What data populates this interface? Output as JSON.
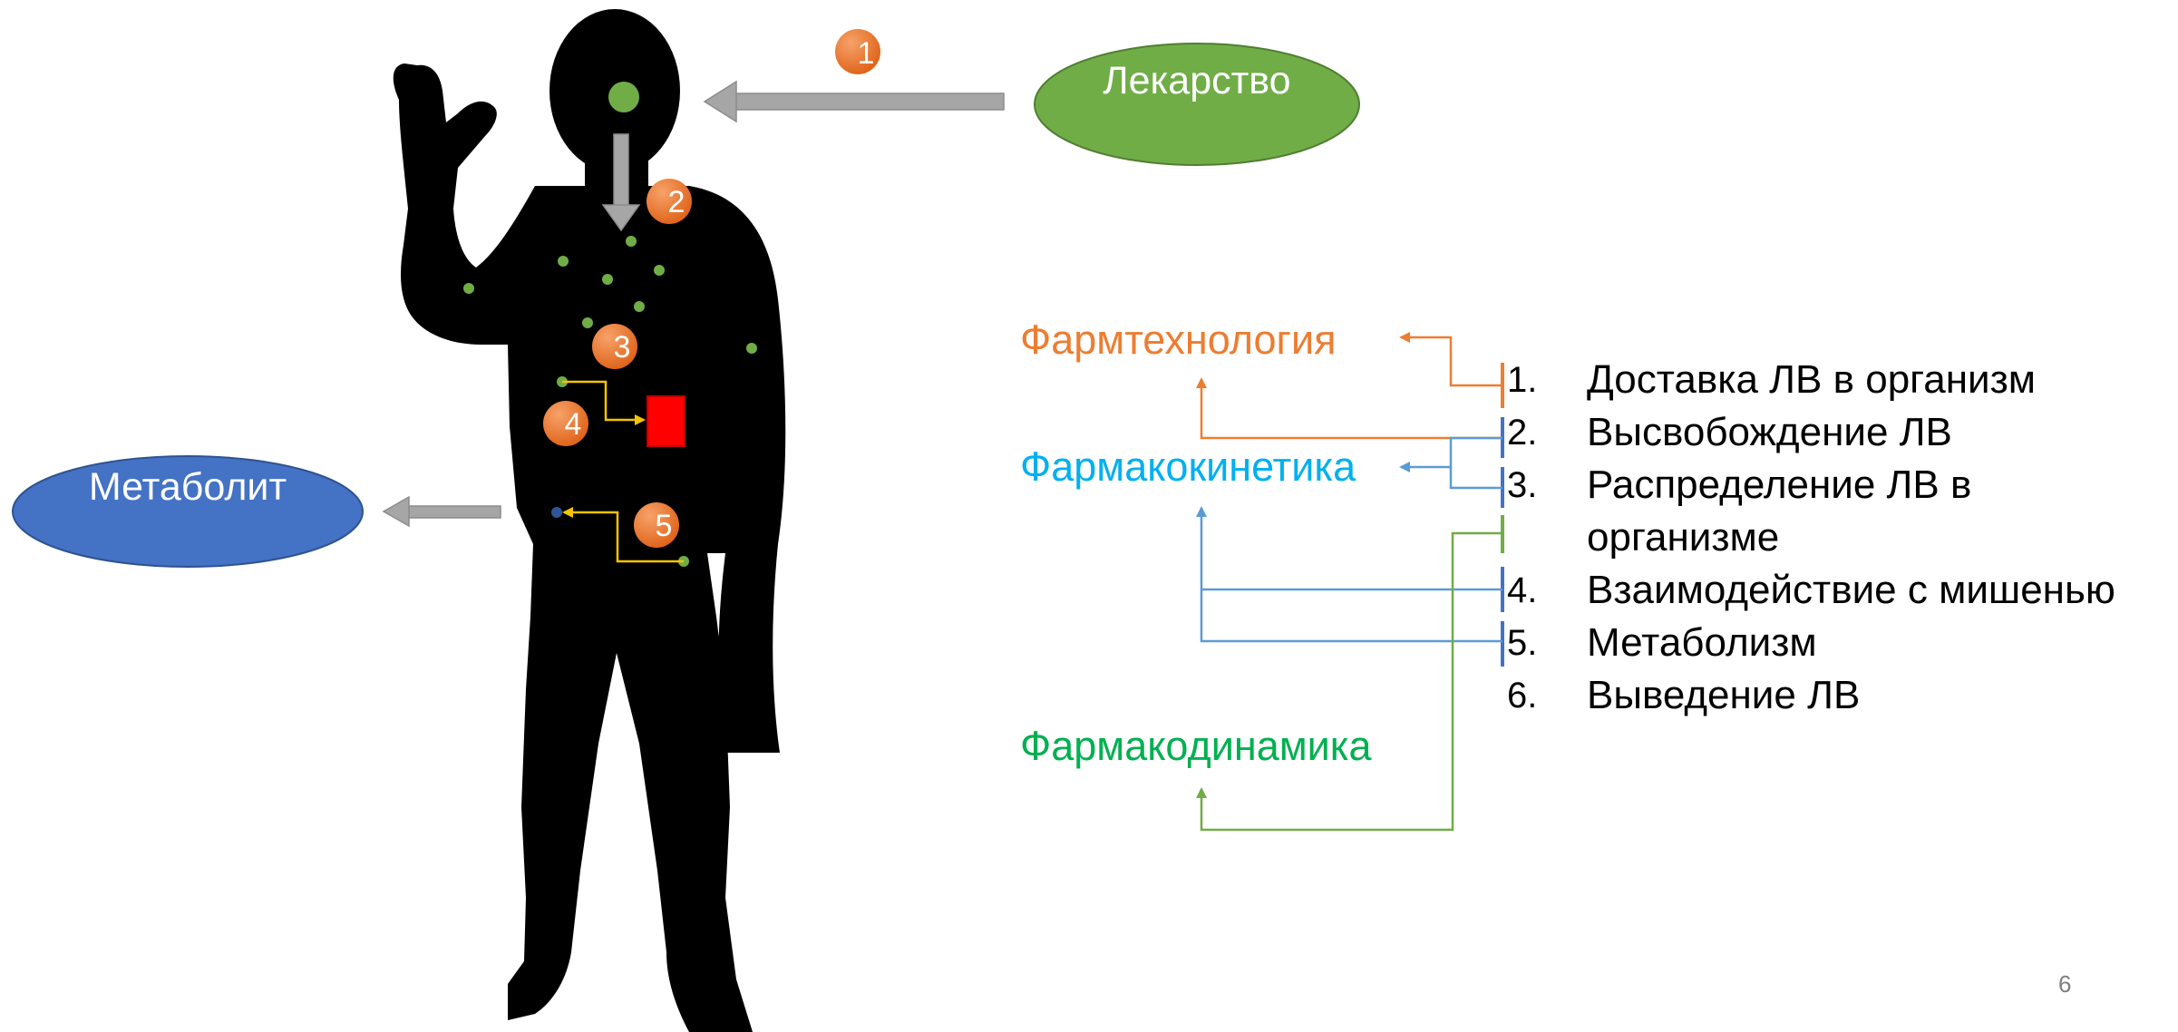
{
  "drug_label": "Лекарство",
  "metabolite_label": "Метаболит",
  "categories": {
    "pharmtech": "Фармтехнология",
    "pharmacokinetics": "Фармакокинетика",
    "pharmacodynamics": "Фармакодинамика"
  },
  "badges": [
    "1",
    "2",
    "3",
    "4",
    "5"
  ],
  "steps": [
    {
      "num": "1.",
      "text": "Доставка ЛВ в организм"
    },
    {
      "num": "2.",
      "text": "Высвобождение ЛВ"
    },
    {
      "num": "3.",
      "text": "Распределение ЛВ в организме"
    },
    {
      "num": "4.",
      "text": "Взаимодействие с мишенью"
    },
    {
      "num": "5.",
      "text": "Метаболизм"
    },
    {
      "num": "6.",
      "text": "Выведение ЛВ"
    }
  ],
  "page_number": "6",
  "colors": {
    "drug": "#70ad47",
    "metabolite": "#4472c4",
    "pharmtech": "#ed7d31",
    "pharmacokinetics": "#00b0f0",
    "pharmacodynamics": "#00b050",
    "badge": "#ed7d31",
    "target": "#ff0000",
    "arrow_gray": "#a6a6a6"
  }
}
